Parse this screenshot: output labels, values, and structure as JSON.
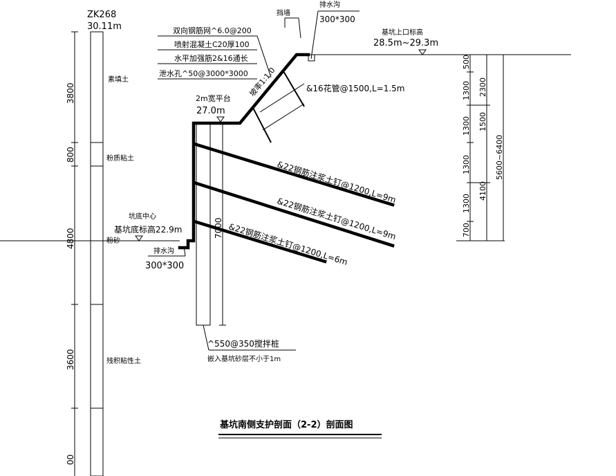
{
  "borehole": {
    "id": "ZK268",
    "top_elev": "30.11m",
    "layers": [
      {
        "thickness": "3800",
        "soil": "素填土"
      },
      {
        "thickness": "800",
        "soil": "粉质粘土"
      },
      {
        "thickness": "4800",
        "soil": "粉砂"
      },
      {
        "thickness": "3600",
        "soil": "残积粘性土"
      },
      {
        "thickness": "00",
        "soil": ""
      }
    ]
  },
  "annotations": {
    "mesh": "双向钢筋网^6.0@200",
    "shotcrete": "喷射混凝土C20厚100",
    "reinforce": "水平加强筋2&16通长",
    "drain_hole": "泄水孔^50@3000*3000",
    "slope_ratio": "坡率1:1.0",
    "soil_nail": "&16花管@1500,L=1.5m",
    "parapet": "挡墙",
    "top_ditch": "排水沟",
    "top_ditch_size": "300*300",
    "ground_label": "基坑上口标高",
    "ground_elev": "28.5m~29.3m",
    "platform": "2m宽平台",
    "platform_elev": "27.0m",
    "anchor1": "&22钢筋注浆土钉@1200,L=9m",
    "anchor2": "&22钢筋注浆土钉@1200,L=9m",
    "anchor3": "&22钢筋注浆土钉@1200,L=6m",
    "pile_length": "7000",
    "bottom_label_1": "坑底中心",
    "bottom_label_2": "基坑底标高22.9m",
    "bottom_ditch": "排水沟",
    "bottom_ditch_size": "300*300",
    "pile_spec": "^550@350搅拌桩",
    "pile_note": "嵌入基坑砂层不小于1m",
    "title": "基坑南侧支护剖面（2-2）剖面图"
  },
  "dimensions": {
    "right_seg": [
      "500",
      "1300",
      "1300",
      "1300",
      "1300",
      "700"
    ],
    "mid_seg": [
      "2300",
      "1500",
      "4100"
    ],
    "total": "5600~6400"
  }
}
